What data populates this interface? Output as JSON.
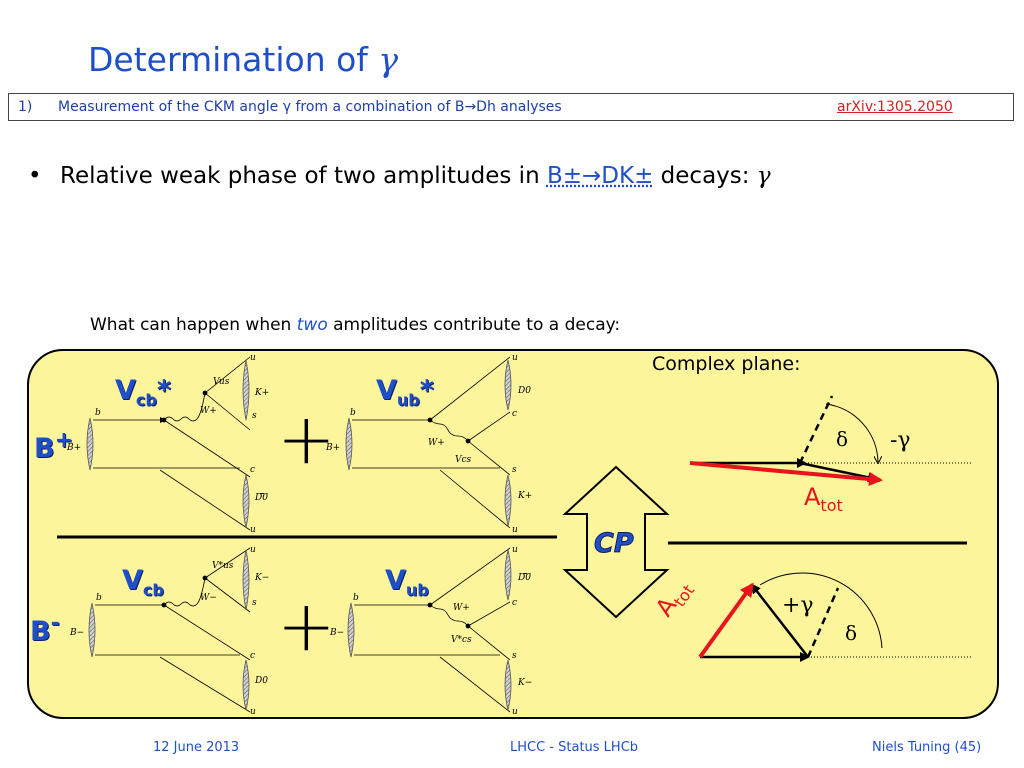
{
  "slide": {
    "title": "Determination of",
    "title_symbol": "γ"
  },
  "reference": {
    "number": "1)",
    "text": "Measurement of the CKM angle γ from a combination of B→Dh analyses",
    "link": "arXiv:1305.2050"
  },
  "bullet": {
    "marker": "•",
    "text_before": "Relative weak phase of two amplitudes in",
    "decay": "B±→DK±",
    "text_after": "decays:",
    "symbol": "γ"
  },
  "subtext": {
    "before": "What can happen when",
    "emphasis": "two",
    "after": "amplitudes contribute to a decay:"
  },
  "panel": {
    "complex_plane_label": "Complex plane:",
    "cp_label": "CP",
    "b_plus": {
      "base": "B",
      "sign": "+"
    },
    "b_minus": {
      "base": "B",
      "sign": "-"
    },
    "plus_sign": "+",
    "v_cb_star": {
      "v": "V",
      "sub": "cb",
      "star": "*"
    },
    "v_ub_star": {
      "v": "V",
      "sub": "ub",
      "star": "*"
    },
    "v_cb": {
      "v": "V",
      "sub": "cb"
    },
    "v_ub": {
      "v": "V",
      "sub": "ub"
    },
    "upper_plane": {
      "delta": "δ",
      "phase": "-γ",
      "a_tot": "A",
      "a_tot_sub": "tot"
    },
    "lower_plane": {
      "delta": "δ",
      "phase": "+γ",
      "a_tot": "A",
      "a_tot_sub": "tot"
    },
    "feynman_top_left": {
      "u1": "u",
      "vus": "Vus",
      "kplus": "K+",
      "s": "s",
      "b": "b",
      "bplus": "B+",
      "wplus": "W+",
      "c": "c",
      "dbar0": "D0",
      "u2": "u"
    },
    "feynman_top_right": {
      "u1": "u",
      "d0": "D0",
      "c1": "c",
      "b": "b",
      "bplus": "B+",
      "wplus": "W+",
      "vcs": "Vcs",
      "s": "s",
      "kplus": "K+",
      "u2": "u"
    },
    "feynman_bottom_left": {
      "u1": "u",
      "vus": "V*us",
      "kminus": "K−",
      "s": "s",
      "b": "b",
      "bminus": "B−",
      "wminus": "W−",
      "c": "c",
      "d0": "D0",
      "u2": "u"
    },
    "feynman_bottom_right": {
      "u1": "u",
      "dbar0": "D0",
      "c1": "c",
      "b": "b",
      "bminus": "B−",
      "wplus": "W+",
      "vcs": "V*cs",
      "s": "s",
      "kminus": "K−",
      "u2": "u"
    }
  },
  "footer": {
    "date": "12 June 2013",
    "center": "LHCC - Status LHCb",
    "right": "Niels Tuning (45)"
  },
  "colors": {
    "accent": "#1f4fc8",
    "link": "#d42020",
    "panel": "#fdf59c",
    "arrow_red": "#e8141c"
  }
}
